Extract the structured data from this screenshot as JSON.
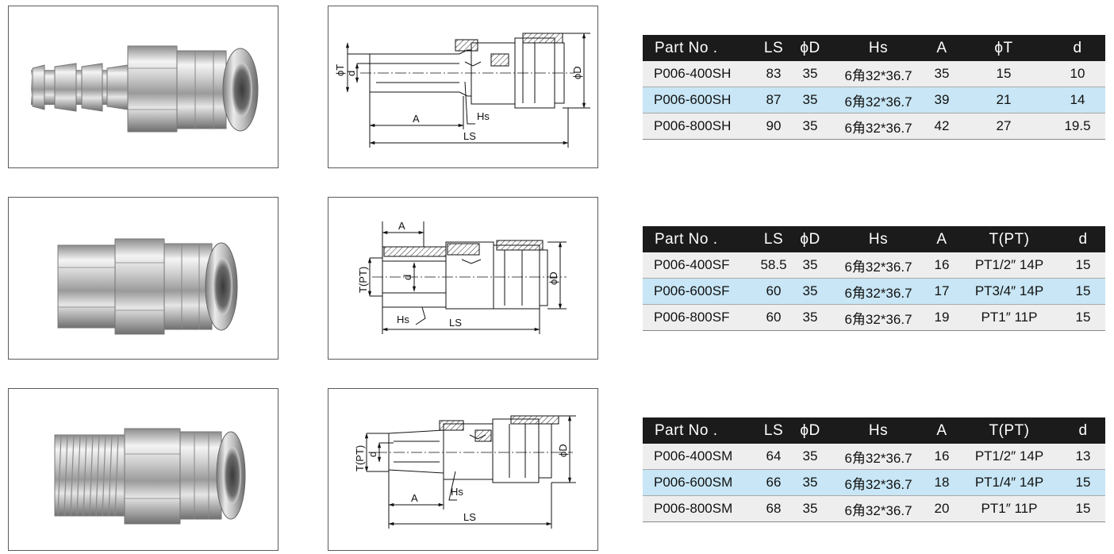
{
  "tables": [
    {
      "headers": [
        "Part No .",
        "LS",
        "ϕD",
        "Hs",
        "A",
        "ϕT",
        "d"
      ],
      "rows": [
        [
          "P006-400SH",
          "83",
          "35",
          "6角32*36.7",
          "35",
          "15",
          "10"
        ],
        [
          "P006-600SH",
          "87",
          "35",
          "6角32*36.7",
          "39",
          "21",
          "14"
        ],
        [
          "P006-800SH",
          "90",
          "35",
          "6角32*36.7",
          "42",
          "27",
          "19.5"
        ]
      ]
    },
    {
      "headers": [
        "Part No .",
        "LS",
        "ϕD",
        "Hs",
        "A",
        "T(PT)",
        "d"
      ],
      "rows": [
        [
          "P006-400SF",
          "58.5",
          "35",
          "6角32*36.7",
          "16",
          "PT1/2″ 14P",
          "15"
        ],
        [
          "P006-600SF",
          "60",
          "35",
          "6角32*36.7",
          "17",
          "PT3/4″ 14P",
          "15"
        ],
        [
          "P006-800SF",
          "60",
          "35",
          "6角32*36.7",
          "19",
          "PT1″ 11P",
          "15"
        ]
      ]
    },
    {
      "headers": [
        "Part No .",
        "LS",
        "ϕD",
        "Hs",
        "A",
        "T(PT)",
        "d"
      ],
      "rows": [
        [
          "P006-400SM",
          "64",
          "35",
          "6角32*36.7",
          "16",
          "PT1/2″ 14P",
          "13"
        ],
        [
          "P006-600SM",
          "66",
          "35",
          "6角32*36.7",
          "18",
          "PT1/4″ 14P",
          "15"
        ],
        [
          "P006-800SM",
          "68",
          "35",
          "6角32*36.7",
          "20",
          "PT1″ 11P",
          "15"
        ]
      ]
    }
  ],
  "drawings": [
    {
      "labels": {
        "phiT": "ϕT",
        "d": "d",
        "phiD": "ϕD",
        "A": "A",
        "Hs": "Hs",
        "LS": "LS"
      }
    },
    {
      "labels": {
        "A": "A",
        "T": "T(PT)",
        "d": "d",
        "phiD": "ϕD",
        "Hs": "Hs",
        "LS": "LS"
      }
    },
    {
      "labels": {
        "T": "T(PT)",
        "d": "d",
        "phiD": "ϕD",
        "A": "A",
        "Hs": "Hs",
        "LS": "LS"
      }
    }
  ]
}
